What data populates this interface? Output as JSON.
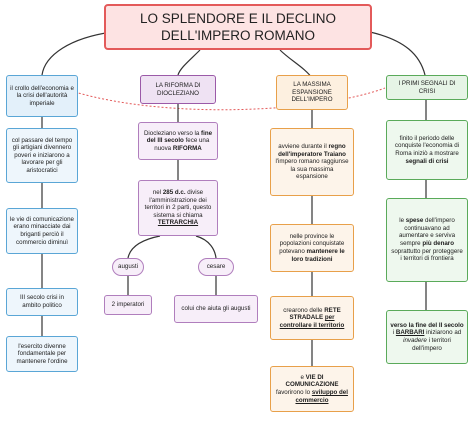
{
  "title": "LO SPLENDORE E IL DECLINO DELL'IMPERO ROMANO",
  "columns": {
    "blue": {
      "header": "il crollo dell'economia e la crisi dell'autorità imperiale",
      "nodes": [
        "col passare del tempo gli artigiani divennero poveri e iniziarono a lavorare per gli aristocratici",
        "le vie di comunicazione erano minacciate dai briganti perciò il commercio diminuì",
        "III secolo crisi in ambito politico",
        "l'esercito divenne fondamentale per mantenere l'ordine"
      ]
    },
    "purple": {
      "header": "LA RIFORMA DI DIOCLEZIANO",
      "node1_a": "Diocleziano verso la",
      "node1_b": "fine del III secolo",
      "node1_c": "fece una nuova",
      "node1_d": "RIFORMA",
      "node2_a": "nel",
      "node2_b": "285 d.c.",
      "node2_c": "divise l'amministrazione dei territori in 2 parti, questo sistema si chiama",
      "node2_d": "TETRARCHIA",
      "augusti": "augusti",
      "cesare": "cesare",
      "augusti_desc": "2 imperatori",
      "cesare_desc": "colui che aiuta gli augusti"
    },
    "orange": {
      "header": "LA MASSIMA ESPANSIONE DELL'IMPERO",
      "node1_a": "avviene durante il",
      "node1_b": "regno dell'imperatore Traiano",
      "node1_c": "l'impero romano raggiunse la sua massima espansione",
      "node2_a": "nelle province le popolazioni conquistate potevano",
      "node2_b": "mantenere le loro tradizioni",
      "node3_a": "crearono delle",
      "node3_b": "RETE STRADALE",
      "node3_c": "per controllare il territorio",
      "node4_a": "e",
      "node4_b": "VIE DI COMUNICAZIONE",
      "node4_c": "favorirono lo",
      "node4_d": "sviluppo del commercio"
    },
    "green": {
      "header": "I PRIMI SEGNALI DI CRISI",
      "node1_a": "finito il periodo delle conquiste l'economia di Roma iniziò a mostrare",
      "node1_b": "segnali di crisi",
      "node2_a": "le",
      "node2_b": "spese",
      "node2_c": "dell'impero continuavano ad aumentare e serviva sempre",
      "node2_d": "più denaro",
      "node2_e": "soprattutto per proteggere i territori di frontiera",
      "node3_a": "verso la fine del II secolo",
      "node3_b": "i",
      "node3_c": "BARBARI",
      "node3_d": "iniziarono ad",
      "node3_e": "invadere",
      "node3_f": "i territori dell'impero"
    }
  },
  "colors": {
    "title_border": "#e35a5a",
    "blue": "#5aa6d6",
    "purple": "#9b5aa8",
    "orange": "#e8a04a",
    "green": "#5aaa5a",
    "dashed_link": "#e35a5a"
  }
}
